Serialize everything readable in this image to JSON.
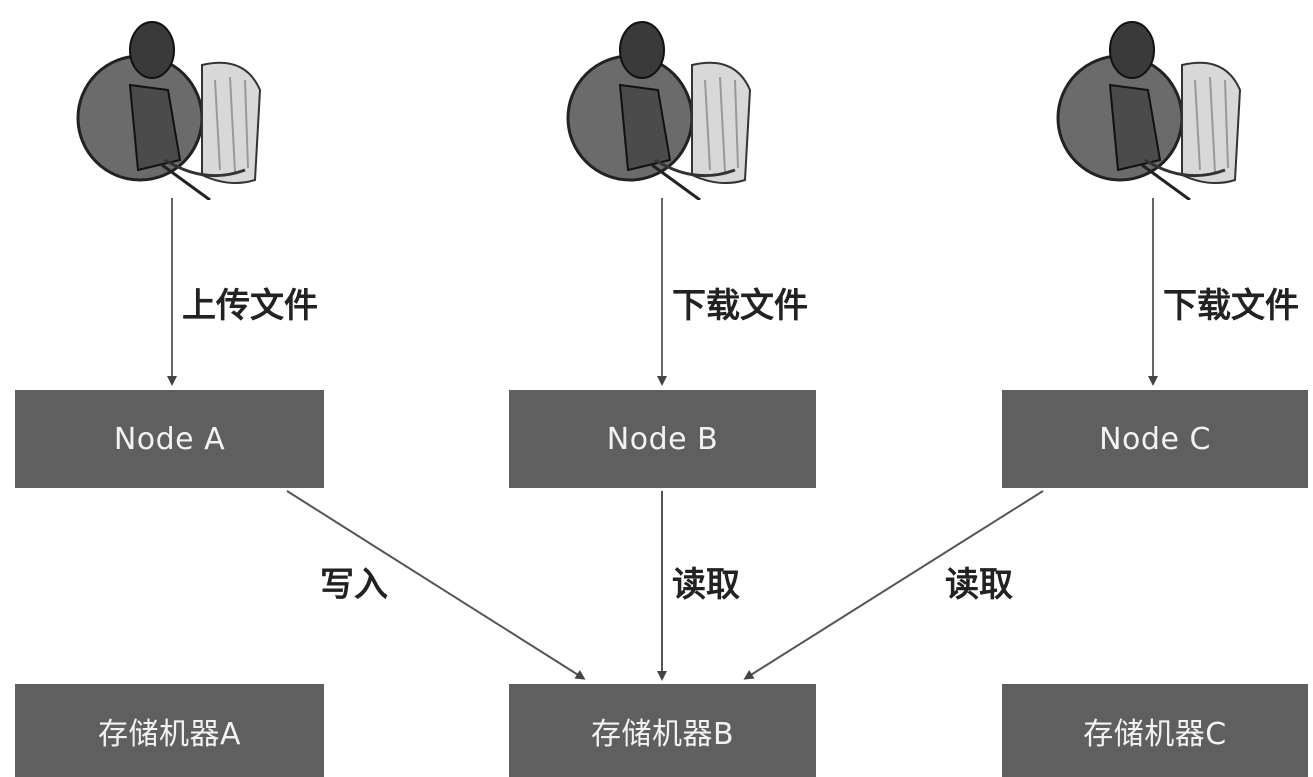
{
  "users": [
    {
      "icon": "user-at-computer-icon",
      "action": "上传文件"
    },
    {
      "icon": "user-at-computer-icon",
      "action": "下载文件"
    },
    {
      "icon": "user-at-computer-icon",
      "action": "下载文件"
    }
  ],
  "nodes": [
    "Node A",
    "Node B",
    "Node C"
  ],
  "storage": [
    "存储机器A",
    "存储机器B",
    "存储机器C"
  ],
  "edges": [
    {
      "from": "Node A",
      "to": "存储机器B",
      "label": "写入"
    },
    {
      "from": "Node B",
      "to": "存储机器B",
      "label": "读取"
    },
    {
      "from": "Node C",
      "to": "存储机器B",
      "label": "读取"
    }
  ],
  "colors": {
    "box_fill": "#5f5f5f",
    "box_text": "#f2f2f2",
    "line": "#555555",
    "label": "#222222"
  }
}
